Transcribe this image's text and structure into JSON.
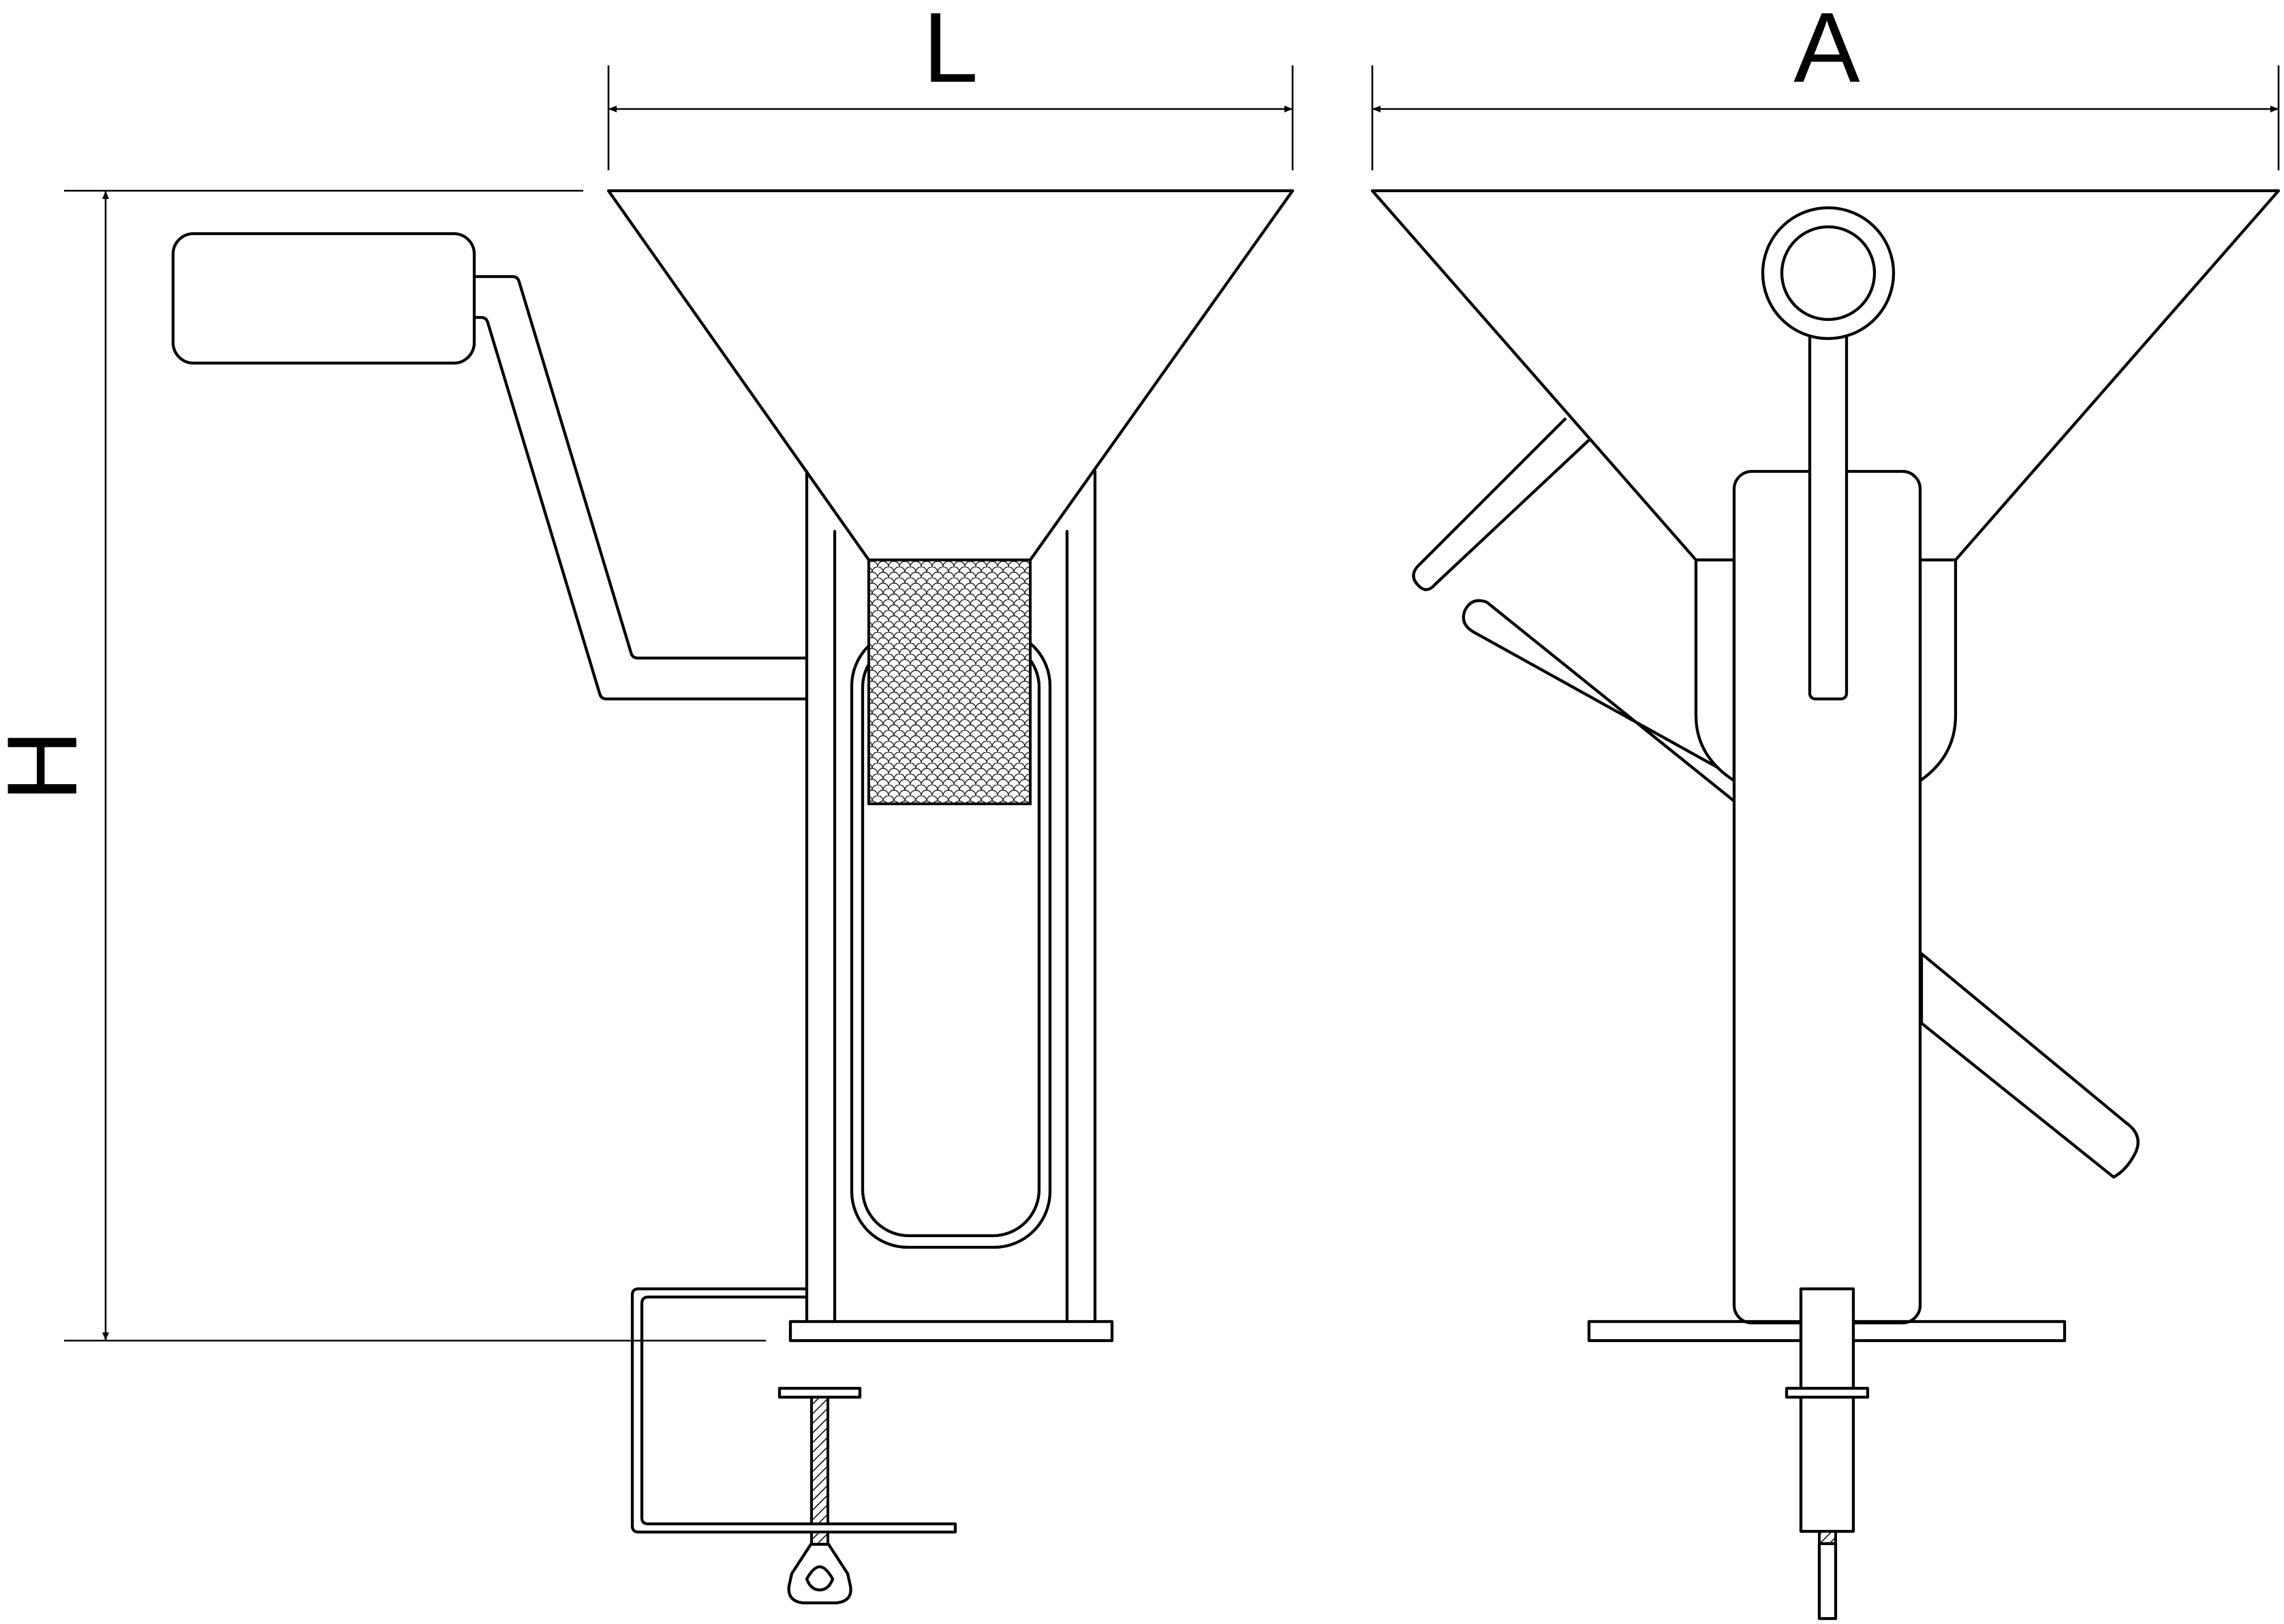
{
  "drawing": {
    "type": "technical-drawing",
    "views": [
      "side-view",
      "front-view"
    ],
    "dimensions": {
      "length_label": "L",
      "width_label": "A",
      "height_label": "H"
    },
    "colors": {
      "line": "#000000",
      "background": "#ffffff"
    }
  }
}
